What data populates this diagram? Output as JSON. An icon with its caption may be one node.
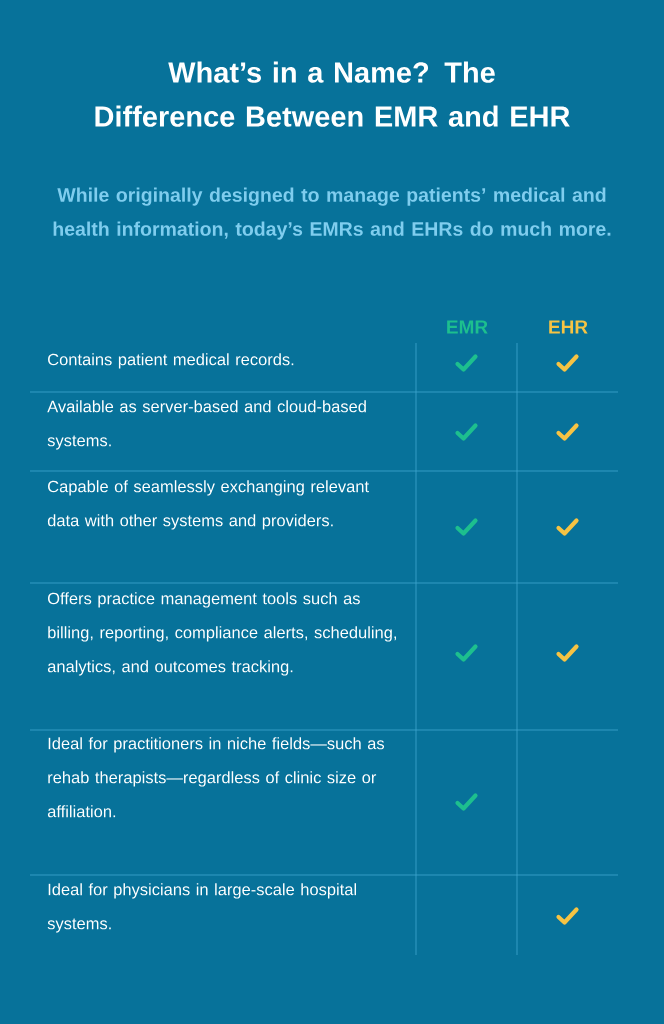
{
  "diagram": {
    "title": "What’s in a Name? The Difference Between EMR and EHR",
    "caption": "While originally designed to manage patients’ medical and health information, today’s EMRs and EHRs do much more.",
    "nodes": [
      {
        "text": [],
        "shape": "checkmark"
      },
      {
        "text": [],
        "shape": "checkmark"
      },
      {
        "text": [],
        "shape": "checkmark"
      },
      {
        "text": [],
        "shape": "checkmark"
      },
      {
        "text": [],
        "shape": "checkmark"
      },
      {
        "text": [],
        "shape": "checkmark"
      },
      {
        "text": [],
        "shape": "checkmark"
      },
      {
        "text": [],
        "shape": "checkmark"
      },
      {
        "text": [],
        "shape": "checkmark"
      },
      {
        "text": [],
        "shape": "checkmark"
      }
    ],
    "labels": [
      "EMR",
      "EHR",
      "Contains patient medical records.",
      "Available as server-based and cloud-based systems.",
      "Capable of seamlessly exchanging relevant data with other systems and providers.",
      "Offers practice management tools such as billing, reporting, compliance alerts, scheduling, analytics, and outcomes tracking.",
      "Ideal for practitioners in niche fields—such as rehab therapists—regardless of clinic size or affiliation.",
      "Ideal for physicians in large-scale hospital systems."
    ]
  }
}
